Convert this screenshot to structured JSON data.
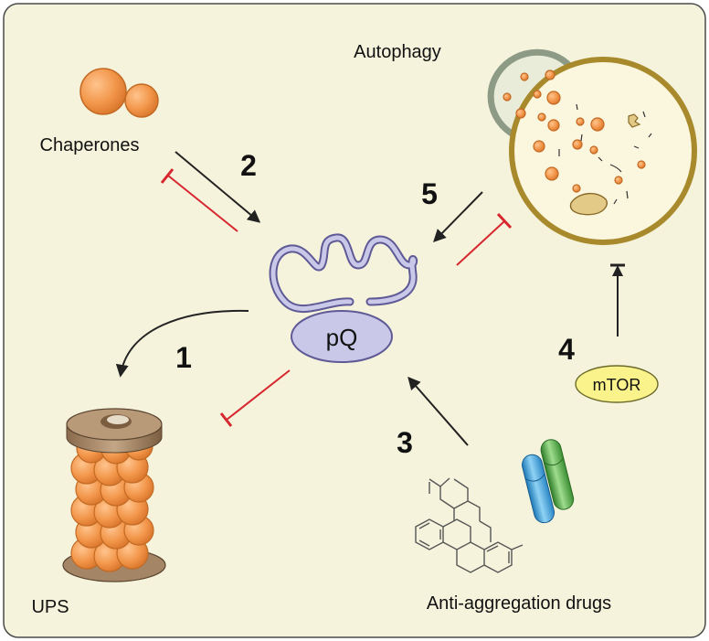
{
  "labels": {
    "autophagy": "Autophagy",
    "chaperones": "Chaperones",
    "pq": "pQ",
    "ups": "UPS",
    "mtor": "mTOR",
    "drugs": "Anti-aggregation drugs"
  },
  "pathways": [
    {
      "number": "1",
      "target": "UPS"
    },
    {
      "number": "2",
      "target": "Chaperones"
    },
    {
      "number": "3",
      "target": "Anti-aggregation drugs"
    },
    {
      "number": "4",
      "target": "mTOR"
    },
    {
      "number": "5",
      "target": "Autophagy"
    }
  ],
  "colors": {
    "background": "#f5f3dc",
    "border": "#4a4a4a",
    "activation_arrow": "#222222",
    "inhibition_arrow": "#d7262e",
    "pq_fill": "#c9c8e8",
    "pq_stroke": "#5f5a96",
    "orange": "#f2964a",
    "orange_stroke": "#c26a23",
    "proteasome_cap": "#a48565",
    "autophagosome_rim": "#a88a2c",
    "autophagosome_inner": "#fbf7df",
    "phagophore_gray": "#8d9a86",
    "mtor_fill": "#faf28a",
    "cylinder_blue": "#3ea0d9",
    "cylinder_green": "#4aa63f"
  }
}
